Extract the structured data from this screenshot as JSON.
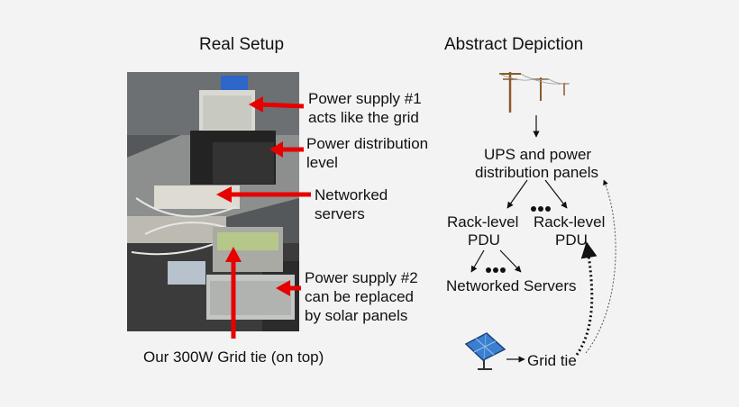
{
  "left": {
    "title": "Real Setup",
    "labels": {
      "ps1_line1": "Power supply #1",
      "ps1_line2": "acts like the grid",
      "pdl_line1": "Power distribution",
      "pdl_line2": "level",
      "ns_line1": "Networked",
      "ns_line2": "servers",
      "ps2_line1": "Power supply #2",
      "ps2_line2": "can be replaced",
      "ps2_line3": "by solar panels",
      "gridtie": "Our 300W Grid tie (on top)"
    }
  },
  "right": {
    "title": "Abstract Depiction",
    "ups_line1": "UPS and power",
    "ups_line2": "distribution panels",
    "rack1_line1": "Rack-level",
    "rack1_line2": "PDU",
    "rack2_line1": "Rack-level",
    "rack2_line2": "PDU",
    "servers": "Networked Servers",
    "gridtie": "Grid tie"
  },
  "colors": {
    "arrow_red": "#e60000",
    "background": "#f3f3f3",
    "solar_panel": "#3b7fd0"
  }
}
